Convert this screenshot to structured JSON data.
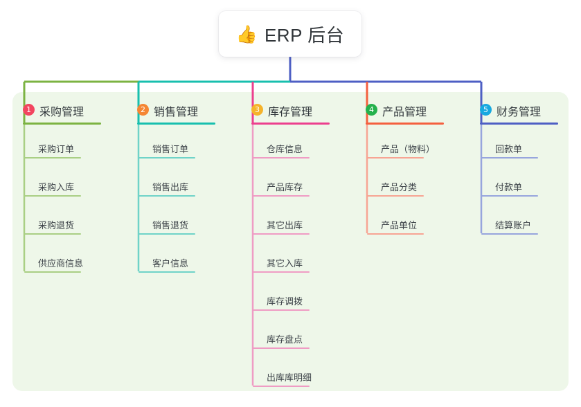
{
  "root": {
    "icon": "thumbs-up-icon",
    "emoji": "👍",
    "title": "ERP 后台"
  },
  "palette": {
    "panel_bg": "#eef7e9",
    "card_bg": "#ffffff",
    "text": "#32383d",
    "trunk_green": "#7cb342",
    "trunk_teal": "#18bfae",
    "trunk_blue": "#4e5fc4"
  },
  "chart_data": {
    "type": "tree",
    "title": "ERP 后台",
    "branch_count": 5,
    "leaf_count": 20
  },
  "branches": [
    {
      "index": "1",
      "badge_color": "#f2455f",
      "line_color": "#7cb342",
      "leaf_line_color": "#a9cf84",
      "label": "采购管理",
      "items": [
        "采购订单",
        "采购入库",
        "采购退货",
        "供应商信息"
      ]
    },
    {
      "index": "2",
      "badge_color": "#f58634",
      "line_color": "#18bfae",
      "leaf_line_color": "#6fd3c8",
      "label": "销售管理",
      "items": [
        "销售订单",
        "销售出库",
        "销售退货",
        "客户信息"
      ]
    },
    {
      "index": "3",
      "badge_color": "#f5b32b",
      "line_color": "#ec3f8e",
      "leaf_line_color": "#ef9cc4",
      "label": "库存管理",
      "items": [
        "仓库信息",
        "产品库存",
        "其它出库",
        "其它入库",
        "库存调拨",
        "库存盘点",
        "出库库明细"
      ]
    },
    {
      "index": "4",
      "badge_color": "#24b14c",
      "line_color": "#f4603f",
      "leaf_line_color": "#f7a493",
      "label": "产品管理",
      "items": [
        "产品（物料）",
        "产品分类",
        "产品单位"
      ]
    },
    {
      "index": "5",
      "badge_color": "#17a9e0",
      "line_color": "#4e5fc4",
      "leaf_line_color": "#97a5dd",
      "label": "财务管理",
      "items": [
        "回款单",
        "付款单",
        "结算账户"
      ]
    }
  ]
}
